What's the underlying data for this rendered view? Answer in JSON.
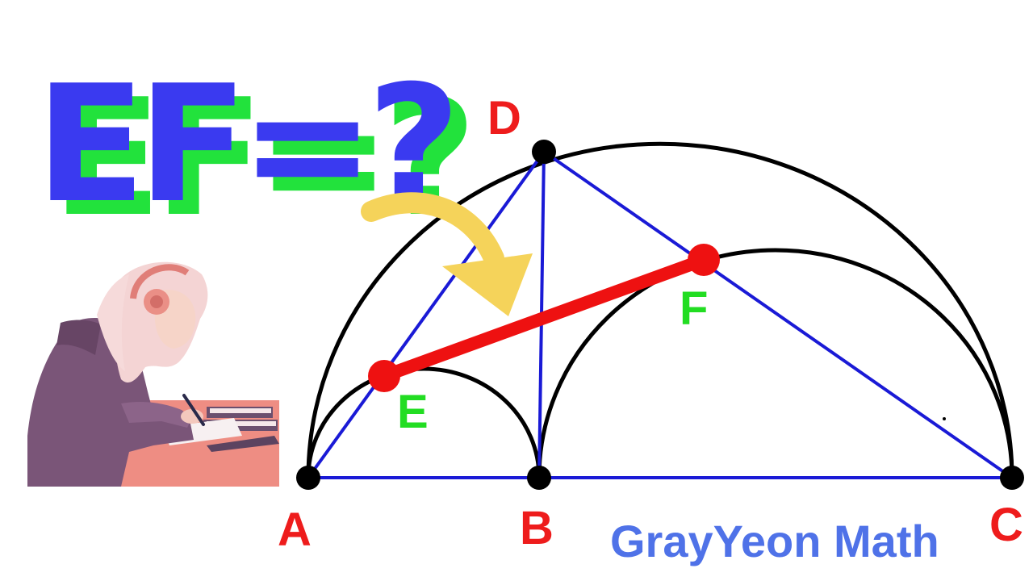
{
  "title": {
    "text": "EF=?",
    "front_color": "#3a3af0",
    "shadow_color": "#22e23c"
  },
  "points": {
    "A": "A",
    "B": "B",
    "C": "C",
    "D": "D",
    "E": "E",
    "F": "F"
  },
  "colors": {
    "arc": "#000000",
    "segment": "#1a1ad6",
    "highlight": "#ee1111",
    "label_red": "#ee1c1c",
    "label_green": "#22dd22",
    "arrow": "#f5d35a",
    "brand": "#4f72e8"
  },
  "brand": {
    "text": "GrayYeon Math"
  },
  "illustration": {
    "icon": "student-studying-with-headphones-illustration"
  }
}
